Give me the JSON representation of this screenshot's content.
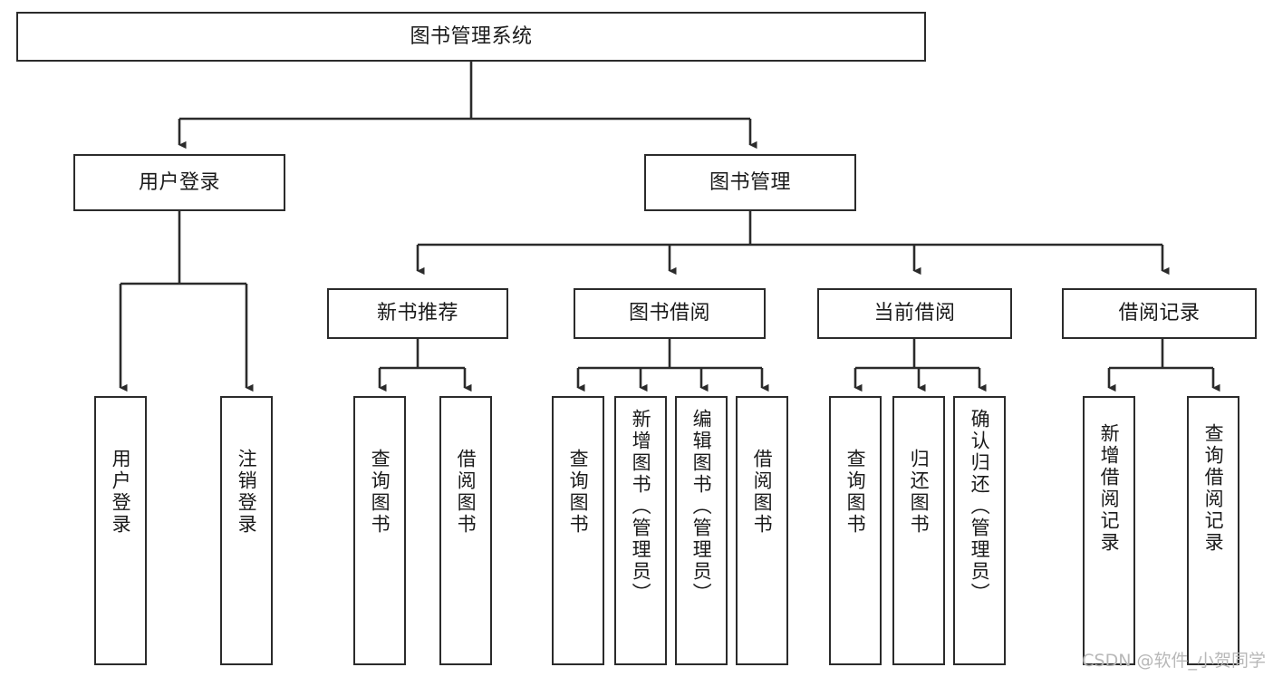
{
  "diagram": {
    "title": "图书管理系统",
    "type": "tree-hierarchy",
    "root": {
      "id": "root",
      "label": "图书管理系统"
    },
    "level2": [
      {
        "id": "user-login",
        "label": "用户登录"
      },
      {
        "id": "book-manage",
        "label": "图书管理"
      }
    ],
    "level3": [
      {
        "id": "new-book-recommend",
        "label": "新书推荐",
        "parent": "book-manage"
      },
      {
        "id": "book-borrow",
        "label": "图书借阅",
        "parent": "book-manage"
      },
      {
        "id": "current-borrow",
        "label": "当前借阅",
        "parent": "book-manage"
      },
      {
        "id": "borrow-record",
        "label": "借阅记录",
        "parent": "book-manage"
      }
    ],
    "leaves": [
      {
        "id": "leaf-user-login",
        "label": "用户登录",
        "parent": "user-login"
      },
      {
        "id": "leaf-logout-login",
        "label": "注销登录",
        "parent": "user-login"
      },
      {
        "id": "leaf-query-book-1",
        "label": "查询图书",
        "parent": "new-book-recommend"
      },
      {
        "id": "leaf-borrow-book-1",
        "label": "借阅图书",
        "parent": "new-book-recommend"
      },
      {
        "id": "leaf-query-book-2",
        "label": "查询图书",
        "parent": "book-borrow"
      },
      {
        "id": "leaf-add-book",
        "label": "新增图书（管理员）",
        "parent": "book-borrow"
      },
      {
        "id": "leaf-edit-book",
        "label": "编辑图书（管理员）",
        "parent": "book-borrow"
      },
      {
        "id": "leaf-borrow-book-2",
        "label": "借阅图书",
        "parent": "book-borrow"
      },
      {
        "id": "leaf-query-book-3",
        "label": "查询图书",
        "parent": "current-borrow"
      },
      {
        "id": "leaf-return-book",
        "label": "归还图书",
        "parent": "current-borrow"
      },
      {
        "id": "leaf-confirm-return",
        "label": "确认归还（管理员）",
        "parent": "current-borrow"
      },
      {
        "id": "leaf-add-record",
        "label": "新增借阅记录",
        "parent": "borrow-record"
      },
      {
        "id": "leaf-query-record",
        "label": "查询借阅记录",
        "parent": "borrow-record"
      }
    ],
    "colors": {
      "stroke": "#2b2b2b",
      "fill": "#ffffff",
      "text": "#1a1a1a",
      "watermark": "#b8b8b8"
    }
  },
  "watermark": {
    "text": "CSDN @软件_小贺同学"
  }
}
